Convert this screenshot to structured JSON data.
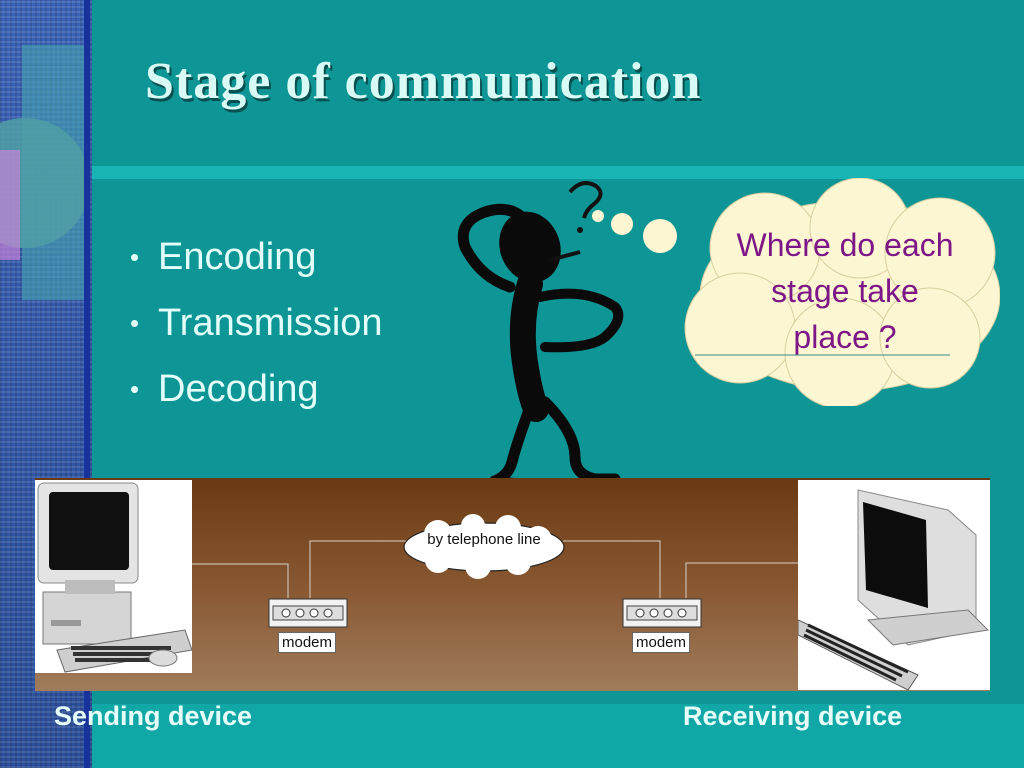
{
  "slide": {
    "title": "Stage of communication",
    "bullets": [
      "Encoding",
      "Transmission",
      "Decoding"
    ],
    "thought_bubble": {
      "line1": "Where do each",
      "line2": "stage take",
      "line3": "place ?"
    },
    "diagram": {
      "channel_label": "by telephone line",
      "left_modem_label": "modem",
      "right_modem_label": "modem"
    },
    "captions": {
      "sending": "Sending device",
      "receiving": "Receiving device"
    }
  },
  "colors": {
    "background": "#0e9595",
    "title": "#d8fbf5",
    "bubble_text": "#7d1686",
    "caption": "#e6fff8"
  }
}
